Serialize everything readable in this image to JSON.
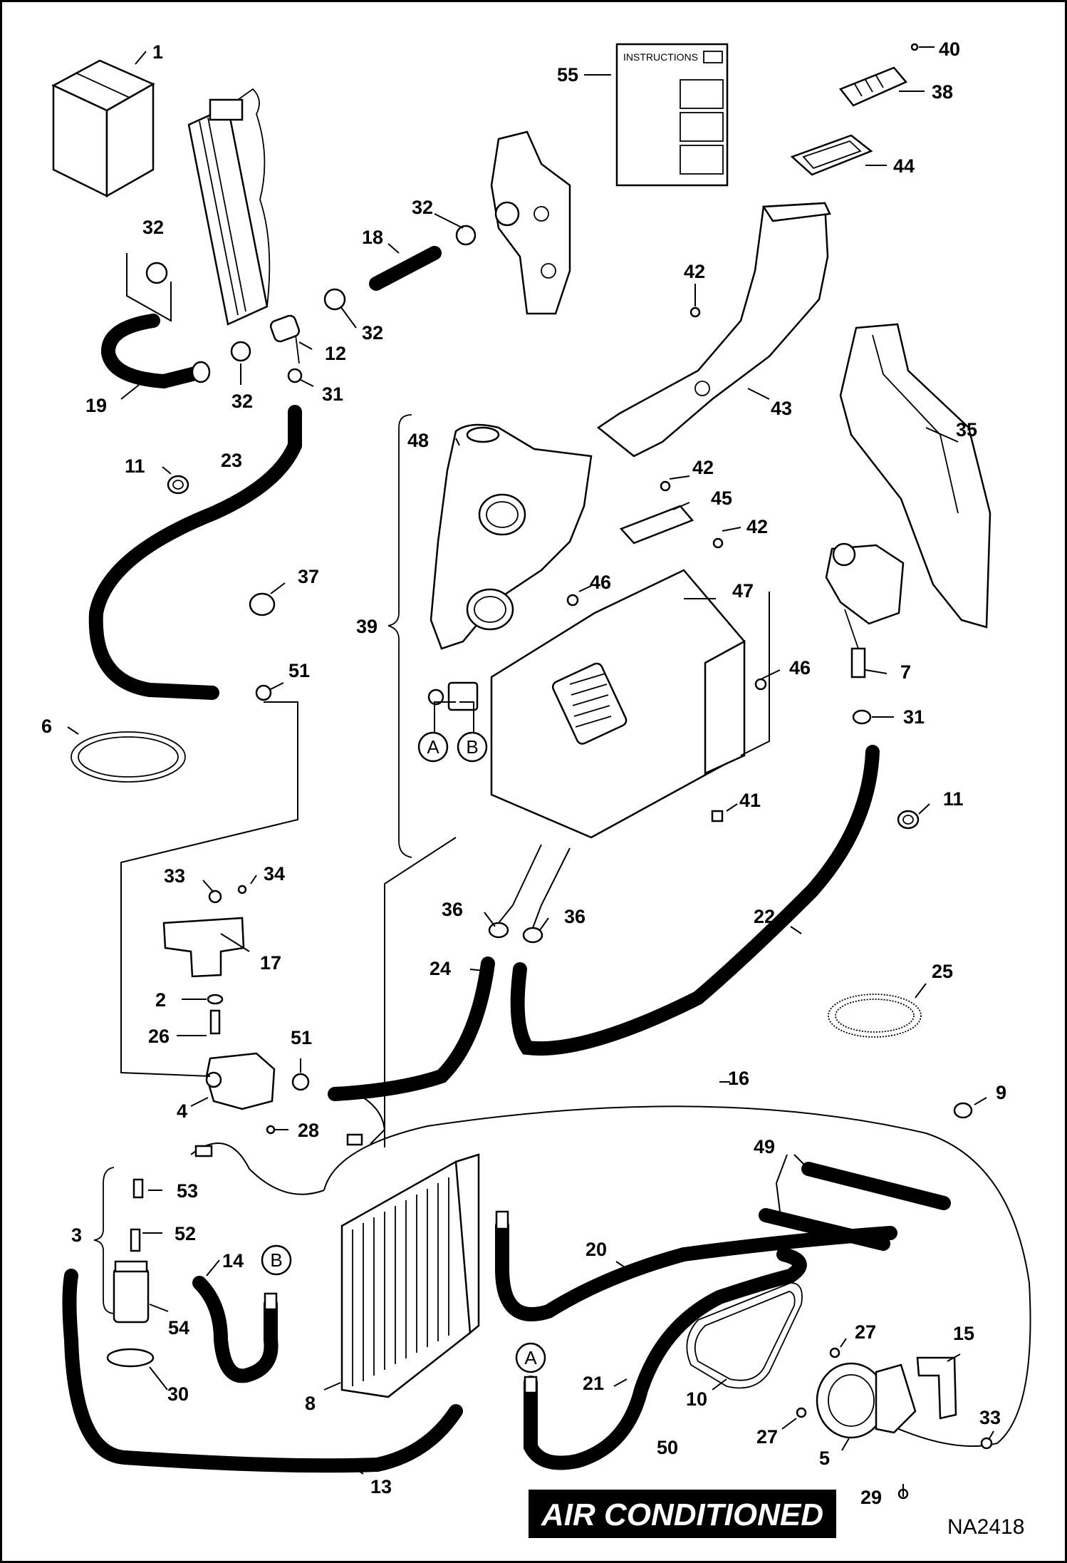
{
  "sheet": {
    "banner": "AIR CONDITIONED",
    "reference_code": "NA2418",
    "instructions_label": "INSTRUCTIONS"
  },
  "callouts": {
    "p1": "1",
    "p2": "2",
    "p3": "3",
    "p4": "4",
    "p5": "5",
    "p6": "6",
    "p7": "7",
    "p8": "8",
    "p9": "9",
    "p10": "10",
    "p11a": "11",
    "p11b": "11",
    "p12": "12",
    "p13": "13",
    "p14": "14",
    "p15": "15",
    "p16": "16",
    "p17": "17",
    "p18": "18",
    "p19": "19",
    "p20": "20",
    "p21": "21",
    "p22": "22",
    "p23": "23",
    "p24": "24",
    "p25": "25",
    "p26": "26",
    "p27a": "27",
    "p27b": "27",
    "p28": "28",
    "p29": "29",
    "p30": "30",
    "p31a": "31",
    "p31b": "31",
    "p32a": "32",
    "p32b": "32",
    "p32c": "32",
    "p32d": "32",
    "p33a": "33",
    "p33b": "33",
    "p34": "34",
    "p35": "35",
    "p36a": "36",
    "p36b": "36",
    "p37": "37",
    "p38": "38",
    "p39": "39",
    "p40": "40",
    "p41": "41",
    "p42a": "42",
    "p42b": "42",
    "p42c": "42",
    "p43": "43",
    "p44": "44",
    "p45": "45",
    "p46a": "46",
    "p46b": "46",
    "p47": "47",
    "p48": "48",
    "p49": "49",
    "p50": "50",
    "p51a": "51",
    "p51b": "51",
    "p52": "52",
    "p53": "53",
    "p54": "54",
    "p55": "55"
  },
  "connectors": {
    "a_top": "A",
    "b_top": "B",
    "a_bottom": "A",
    "b_bottom": "B"
  }
}
